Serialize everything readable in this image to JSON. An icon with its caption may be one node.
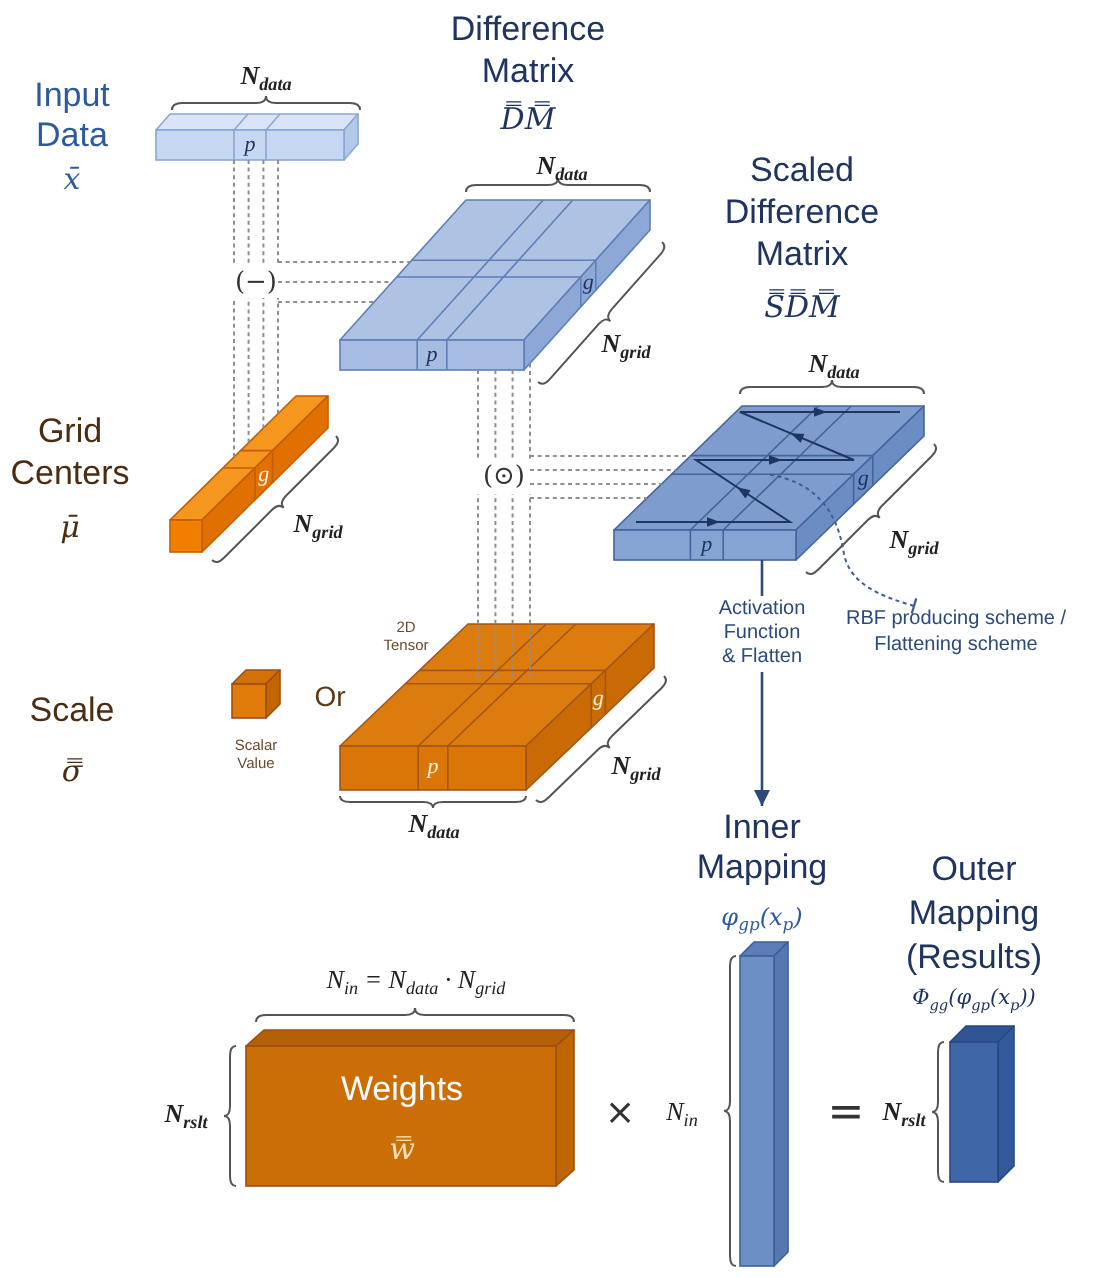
{
  "diagram": {
    "nodes": [
      {
        "text": [
          "Input Data",
          "x̄",
          "p"
        ],
        "beside": [
          "N$_{data}$"
        ]
      },
      {
        "text": [
          "Difference Matrix",
          "D̿M̿",
          "p",
          "g"
        ],
        "beside": [
          "N$_{data}$",
          "N$_{grid}$"
        ]
      },
      {
        "text": [
          "(−)"
        ]
      },
      {
        "text": [
          "Scaled Difference Matrix",
          "S̿D̿M̿",
          "p",
          "g"
        ],
        "beside": [
          "N$_{data}$",
          "N$_{grid}$"
        ]
      },
      {
        "text": [
          "Grid Centers",
          "μ̄",
          "g"
        ],
        "beside": [
          "N$_{grid}$"
        ]
      },
      {
        "text": [
          "(⊙)"
        ]
      },
      {
        "text": [
          "RBF producing scheme / Flattening scheme"
        ]
      },
      {
        "text": [
          "Scalar Value"
        ]
      },
      {
        "text": [
          "2D Tensor",
          "p",
          "g"
        ],
        "beside": [
          "N$_{grid}$",
          "N$_{data}$"
        ]
      },
      {
        "text": [
          "Inner Mapping",
          "φ$_{gp}$(x$_{p}$)"
        ],
        "beside": [
          "N$_{in}$"
        ]
      },
      {
        "text": [
          "Weights",
          "w̿"
        ],
        "beside": [
          "N$_{in}$ = N$_{data}$ · N$_{grid}$",
          "N$_{rslt}$"
        ]
      },
      {
        "text": [
          "Outer Mapping (Results)",
          "Φ$_{gg}$(φ$_{gp}$(x$_{p}$))"
        ],
        "beside": [
          "N$_{rslt}$"
        ]
      }
    ],
    "edges": [
      {
        "from": 0,
        "to": 2,
        "arrow": "none",
        "style": "dashed"
      },
      {
        "from": 0,
        "to": 2,
        "arrow": "none",
        "style": "dashed"
      },
      {
        "from": 0,
        "to": 2,
        "arrow": "none",
        "style": "dashed"
      },
      {
        "from": 0,
        "to": 2,
        "arrow": "none",
        "style": "dashed"
      },
      {
        "from": 4,
        "to": 2,
        "arrow": "none",
        "style": "dashed"
      },
      {
        "from": 4,
        "to": 2,
        "arrow": "none",
        "style": "dashed"
      },
      {
        "from": 4,
        "to": 2,
        "arrow": "none",
        "style": "dashed"
      },
      {
        "from": 4,
        "to": 2,
        "arrow": "none",
        "style": "dashed"
      },
      {
        "from": 2,
        "to": 1,
        "arrow": "none",
        "style": "dashed"
      },
      {
        "from": 2,
        "to": 1,
        "arrow": "none",
        "style": "dashed"
      },
      {
        "from": 2,
        "to": 1,
        "arrow": "none",
        "style": "dashed"
      },
      {
        "from": 1,
        "to": 5,
        "arrow": "none",
        "style": "dashed"
      },
      {
        "from": 1,
        "to": 5,
        "arrow": "none",
        "style": "dashed"
      },
      {
        "from": 1,
        "to": 5,
        "arrow": "none",
        "style": "dashed"
      },
      {
        "from": 1,
        "to": 5,
        "arrow": "none",
        "style": "dashed"
      },
      {
        "from": 8,
        "to": 5,
        "arrow": "none",
        "style": "dashed"
      },
      {
        "from": 8,
        "to": 5,
        "arrow": "none",
        "style": "dashed"
      },
      {
        "from": 8,
        "to": 5,
        "arrow": "none",
        "style": "dashed"
      },
      {
        "from": 8,
        "to": 5,
        "arrow": "none",
        "style": "dashed"
      },
      {
        "from": 5,
        "to": 3,
        "arrow": "none",
        "style": "dashed"
      },
      {
        "from": 5,
        "to": 3,
        "arrow": "none",
        "style": "dashed"
      },
      {
        "from": 5,
        "to": 3,
        "arrow": "none",
        "style": "dashed"
      },
      {
        "from": 5,
        "to": 3,
        "arrow": "none",
        "style": "dashed"
      },
      {
        "from": 3,
        "to": 9,
        "arrow": "to",
        "label": "Activation Function & Flatten",
        "color": "#2b4a7c"
      },
      {
        "from": 6,
        "to": 3,
        "arrow": "other",
        "style": "dashed",
        "color": "#3d5f92"
      }
    ],
    "labels": [
      "Scale",
      "σ̿",
      "Or",
      "×",
      "="
    ]
  }
}
